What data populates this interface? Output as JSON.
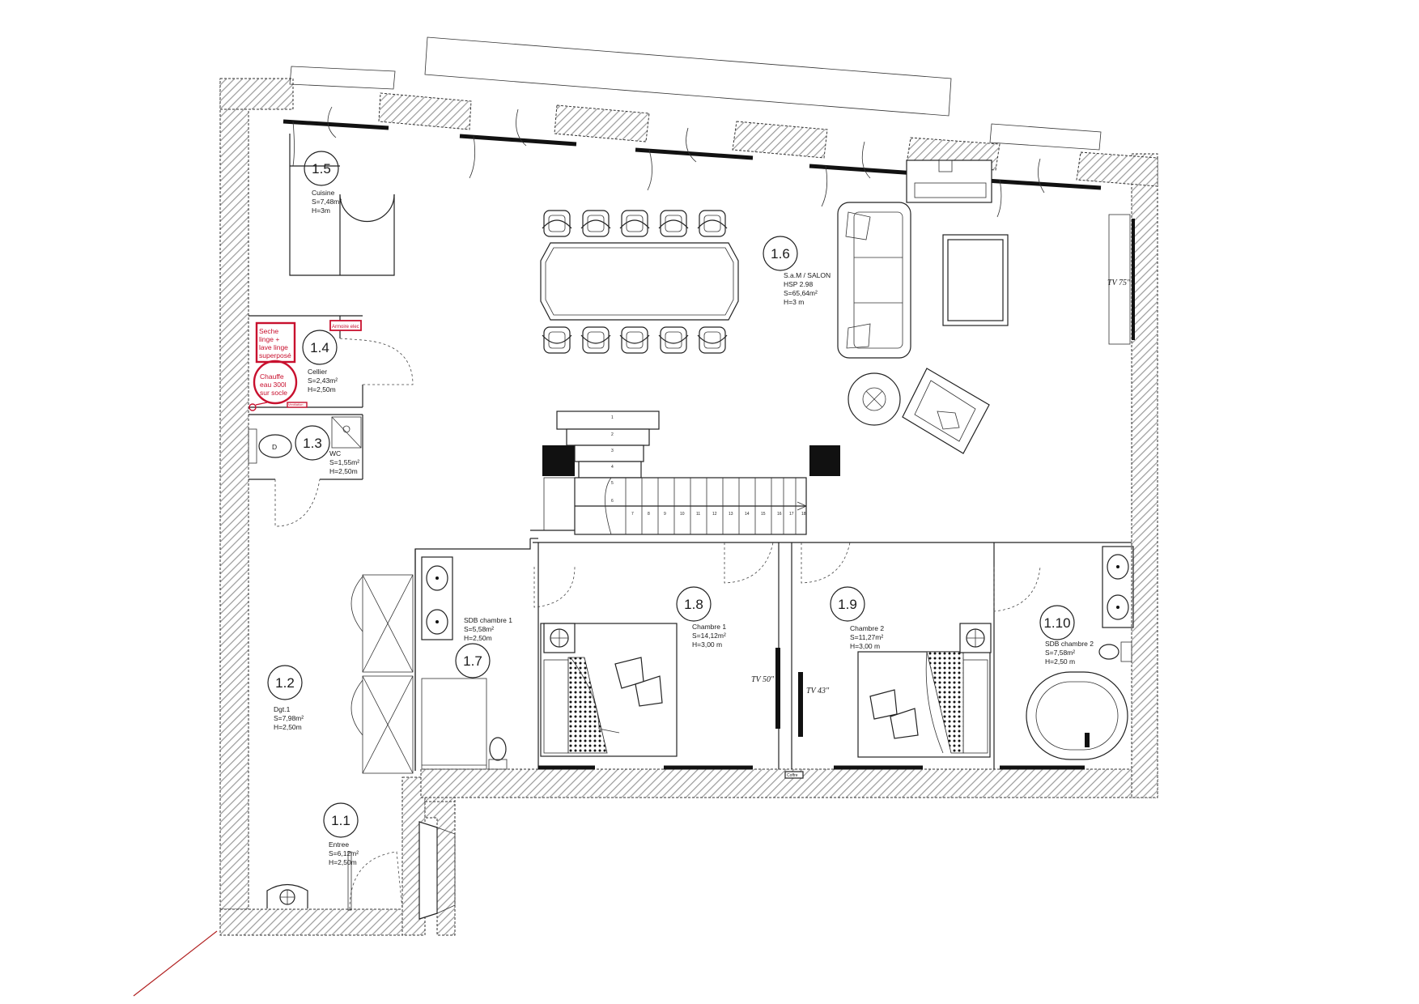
{
  "rooms": [
    {
      "id": "1.1",
      "number": "1.1",
      "name": "Entree",
      "area": "S=6,12m²",
      "height": "H=2,50m"
    },
    {
      "id": "1.2",
      "number": "1.2",
      "name": "Dgt.1",
      "area": "S=7,98m²",
      "height": "H=2,50m"
    },
    {
      "id": "1.3",
      "number": "1.3",
      "name": "WC",
      "area": "S=1,55m²",
      "height": "H=2,50m"
    },
    {
      "id": "1.4",
      "number": "1.4",
      "name": "Cellier",
      "area": "S=2,43m²",
      "height": "H=2,50m"
    },
    {
      "id": "1.5",
      "number": "1.5",
      "name": "Cuisine",
      "area": "S=7,48m²",
      "height": "H=3m"
    },
    {
      "id": "1.6",
      "number": "1.6",
      "name": "S.a.M / SALON",
      "hsp": "HSP 2.98",
      "area": "S=65,64m²",
      "height": "H=3 m"
    },
    {
      "id": "1.7",
      "number": "1.7",
      "name": "SDB chambre 1",
      "area": "S=5,58m²",
      "height": "H=2,50m"
    },
    {
      "id": "1.8",
      "number": "1.8",
      "name": "Chambre 1",
      "area": "S=14,12m²",
      "height": "H=3,00 m"
    },
    {
      "id": "1.9",
      "number": "1.9",
      "name": "Chambre 2",
      "area": "S=11,27m²",
      "height": "H=3,00 m"
    },
    {
      "id": "1.10",
      "number": "1.10",
      "name": "SDB chambre 2",
      "area": "S=7,58m²",
      "height": "H=2,50 m"
    }
  ],
  "annotations": {
    "seche_linge": [
      "Seche",
      "linge +",
      "lave linge",
      "superposé"
    ],
    "chauffe_eau": [
      "Chauffe",
      "eau 300l",
      "sur socle"
    ],
    "armoire": "Armoire elec",
    "ventilation": "Ventilation",
    "coffre": "Coffre",
    "tv_salon": "TV 75\"",
    "tv_chambre1": "TV 50\"",
    "tv_chambre2": "TV 43\"",
    "wc_symbol": "D"
  },
  "stair_steps": [
    "1",
    "2",
    "3",
    "4",
    "5",
    "6",
    "7",
    "8",
    "9",
    "10",
    "11",
    "12",
    "13",
    "14",
    "15",
    "16",
    "17",
    "18"
  ],
  "colors": {
    "annotation_red": "#c8102e",
    "wall_hatch": "#9a9a9a",
    "line": "#222222"
  }
}
